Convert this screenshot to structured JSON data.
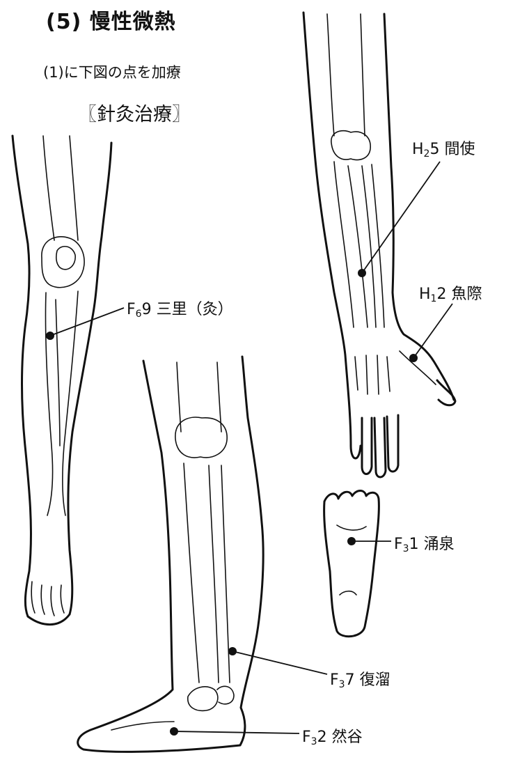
{
  "heading": {
    "number": "(5)",
    "title": "慢性微熱"
  },
  "instruction": "(1)に下図の点を加療",
  "treatment_label": "〖針灸治療〗",
  "points": [
    {
      "code": "F",
      "sub": "6",
      "num": "9",
      "name": "三里（灸）"
    },
    {
      "code": "H",
      "sub": "2",
      "num": "5",
      "name": "間使"
    },
    {
      "code": "H",
      "sub": "1",
      "num": "2",
      "name": "魚際"
    },
    {
      "code": "F",
      "sub": "3",
      "num": "1",
      "name": "涌泉"
    },
    {
      "code": "F",
      "sub": "3",
      "num": "7",
      "name": "復溜"
    },
    {
      "code": "F",
      "sub": "3",
      "num": "2",
      "name": "然谷"
    }
  ]
}
